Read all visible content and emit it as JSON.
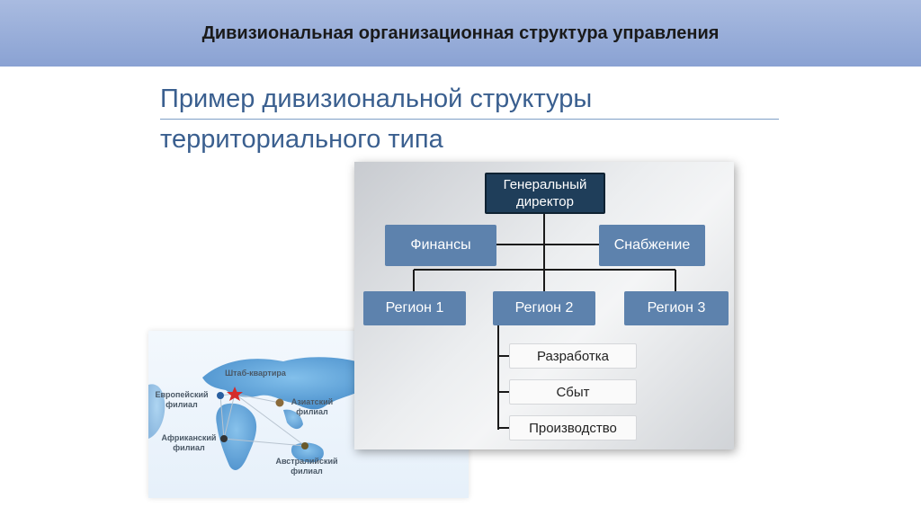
{
  "header": {
    "title": "Дивизиональная организационная структура управления"
  },
  "subtitle": {
    "line1": "Пример дивизиональной структуры",
    "line2": "территориального типа"
  },
  "org_chart": {
    "ceo": {
      "line1": "Генеральный",
      "line2": "директор"
    },
    "finance": "Финансы",
    "supply": "Снабжение",
    "regions": [
      "Регион 1",
      "Регион 2",
      "Регион 3"
    ],
    "region2_units": [
      "Разработка",
      "Сбыт",
      "Производство"
    ]
  },
  "map": {
    "hq": "Штаб-квартира",
    "europe": [
      "Европейский",
      "филиал"
    ],
    "asia": [
      "Азиатский",
      "филиал"
    ],
    "africa": [
      "Африканский",
      "филиал"
    ],
    "australia": [
      "Австралийский",
      "филиал"
    ]
  },
  "colors": {
    "header_bg": "#8aa2d3",
    "ceo_box": "#1f3e5a",
    "mid_box": "#5d82ad",
    "subtitle_text": "#3a5f8f"
  }
}
